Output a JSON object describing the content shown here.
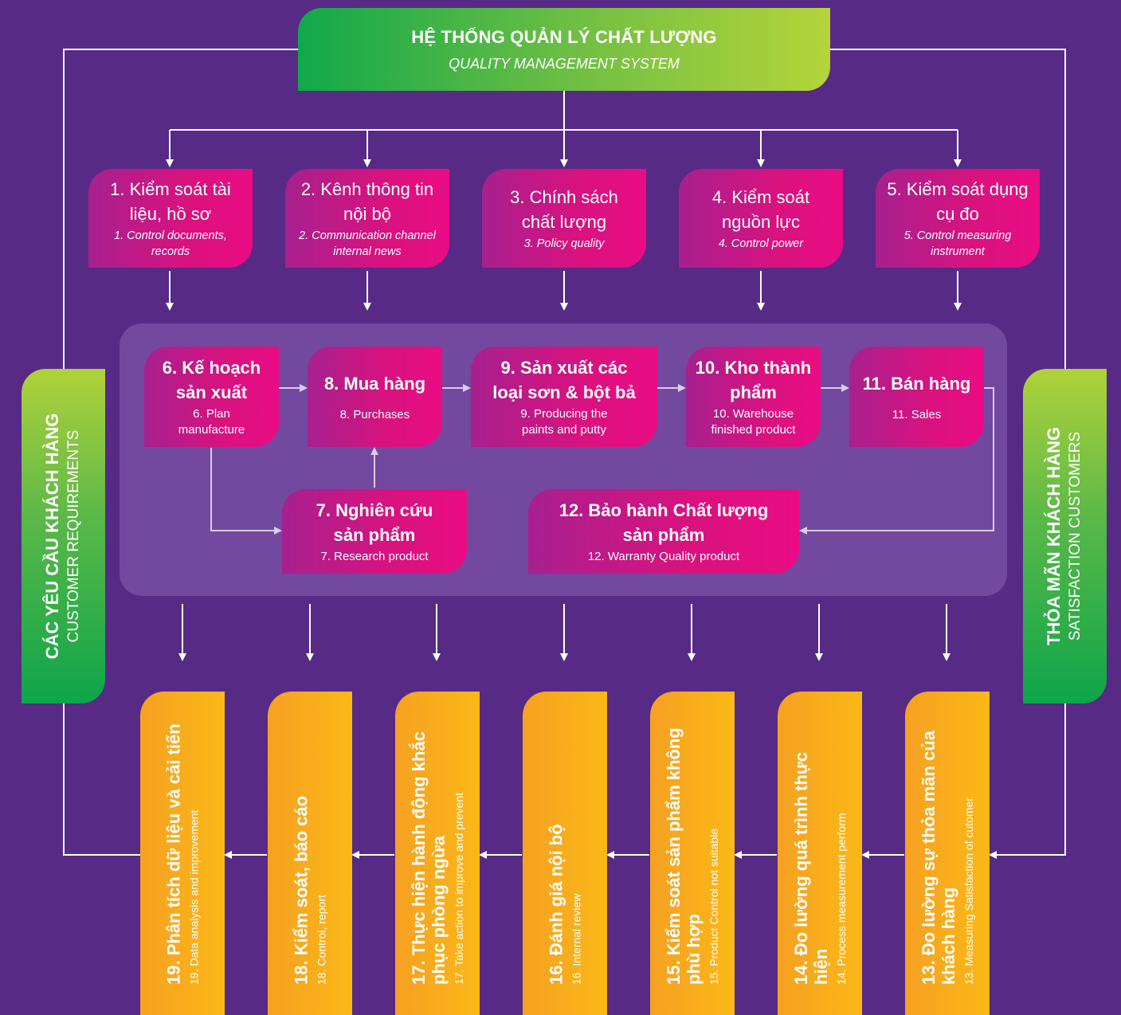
{
  "header": {
    "title_vi": "HỆ THỐNG QUẢN LÝ CHẤT LƯỢNG",
    "title_en": "QUALITY MANAGEMENT SYSTEM"
  },
  "left_side": {
    "title_vi": "CÁC YÊU CẦU KHÁCH HÀNG",
    "title_en": "CUSTOMER REQUIREMENTS"
  },
  "right_side": {
    "title_vi": "THỎA MÃN KHÁCH HÀNG",
    "title_en": "SATISFACTION CUSTOMERS"
  },
  "top_processes": [
    {
      "vi": "1. Kiểm soát tài liệu, hồ sơ",
      "en": "1. Control documents, records"
    },
    {
      "vi": "2. Kênh thông tin nội bộ",
      "en": "2. Communication channel internal news"
    },
    {
      "vi": "3. Chính sách chất lượng",
      "en": "3. Policy quality"
    },
    {
      "vi": "4. Kiểm soát nguồn lực",
      "en": "4. Control power"
    },
    {
      "vi": "5. Kiểm soát dụng cụ đo",
      "en": "5. Control measuring instrument"
    }
  ],
  "middle_processes": [
    {
      "vi": "6. Kế hoạch sản xuất",
      "en": "6. Plan manufacture"
    },
    {
      "vi": "7. Nghiên cứu sản phẩm",
      "en": "7. Research product"
    },
    {
      "vi": "8. Mua hàng",
      "en": "8. Purchases"
    },
    {
      "vi": "9. Sản xuất các loại sơn & bột bả",
      "en": "9. Producing the paints and putty"
    },
    {
      "vi": "10. Kho thành phẩm",
      "en": "10. Warehouse finished product"
    },
    {
      "vi": "11. Bán hàng",
      "en": "11. Sales"
    },
    {
      "vi": "12. Bảo hành Chất lượng sản phẩm",
      "en": "12. Warranty Quality product"
    }
  ],
  "bottom_processes": [
    {
      "vi": "19. Phân tích dữ liệu và cải tiến",
      "en": "19. Data analysis and improvement"
    },
    {
      "vi": "18. Kiểm soát, báo cáo",
      "en": "18. Control, report"
    },
    {
      "vi": "17. Thực hiện hành động khắc phục phòng ngừa",
      "en": "17. Take action to improve and prevent"
    },
    {
      "vi": "16. Đánh giá nội bộ",
      "en": "16. Internal review"
    },
    {
      "vi": "15. Kiểm soát sản phẩm không phù hợp",
      "en": "15. Product Control not suitable"
    },
    {
      "vi": "14. Đo lường quá trình thực hiện",
      "en": "14. Process measurement perform"
    },
    {
      "vi": "13. Đo lường sự thỏa mãn của khách hàng",
      "en": "13. Measuring Satisfaction of cutomer"
    }
  ],
  "colors": {
    "background": "#572a86",
    "green_start": "#11a84a",
    "green_end": "#b5d43a",
    "magenta": "#d9127e",
    "orange": "#f7a81e",
    "panel": "#8a63b4"
  }
}
